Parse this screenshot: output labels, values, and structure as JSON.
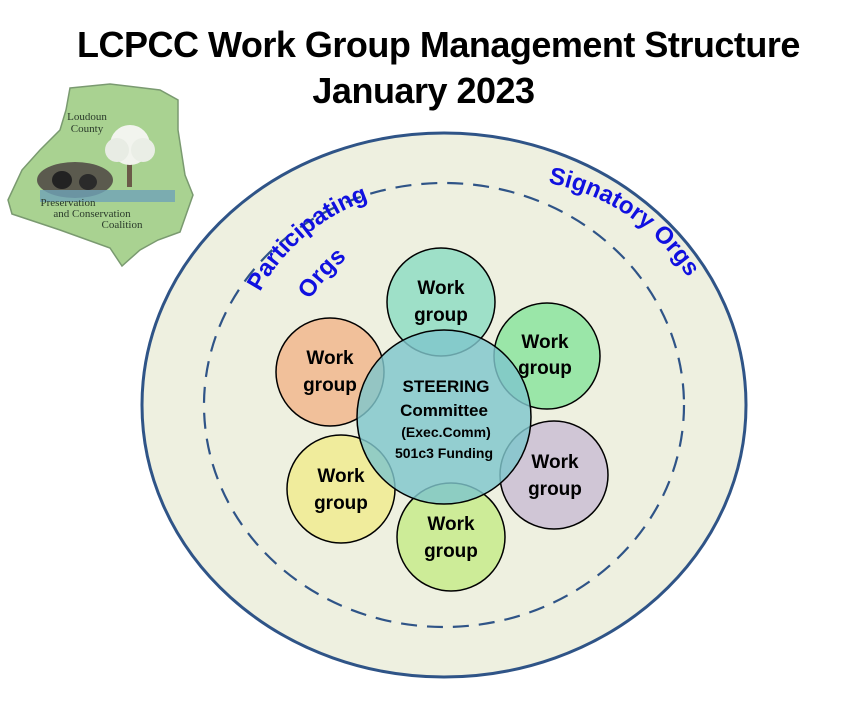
{
  "title": {
    "line1": "LCPCC Work Group Management Structure",
    "line2": "January 2023"
  },
  "logo": {
    "line1": "Loudoun",
    "line2": "County",
    "line3": "Preservation",
    "line4": "and Conservation",
    "line5": "Coalition"
  },
  "rings": {
    "outer_label": "Signatory Orgs",
    "inner_label_line1": "Participating",
    "inner_label_line2": "Orgs"
  },
  "steering": {
    "line1": "STEERING",
    "line2": "Committee",
    "line3": "(Exec.Comm)",
    "line4": "501c3 Funding"
  },
  "work_groups": [
    {
      "line1": "Work",
      "line2": "group",
      "color": "#9ee0c8"
    },
    {
      "line1": "Work",
      "line2": "group",
      "color": "#9ae6a8"
    },
    {
      "line1": "Work",
      "line2": "group",
      "color": "#d0c6d6"
    },
    {
      "line1": "Work",
      "line2": "group",
      "color": "#cdec98"
    },
    {
      "line1": "Work",
      "line2": "group",
      "color": "#f0ec9c"
    },
    {
      "line1": "Work",
      "line2": "group",
      "color": "#f1c09a"
    }
  ],
  "colors": {
    "outer_fill": "#eef0e0",
    "outer_stroke": "#2f5487",
    "steering_fill": "#7fc6cc",
    "arc_label": "#1010e0"
  }
}
